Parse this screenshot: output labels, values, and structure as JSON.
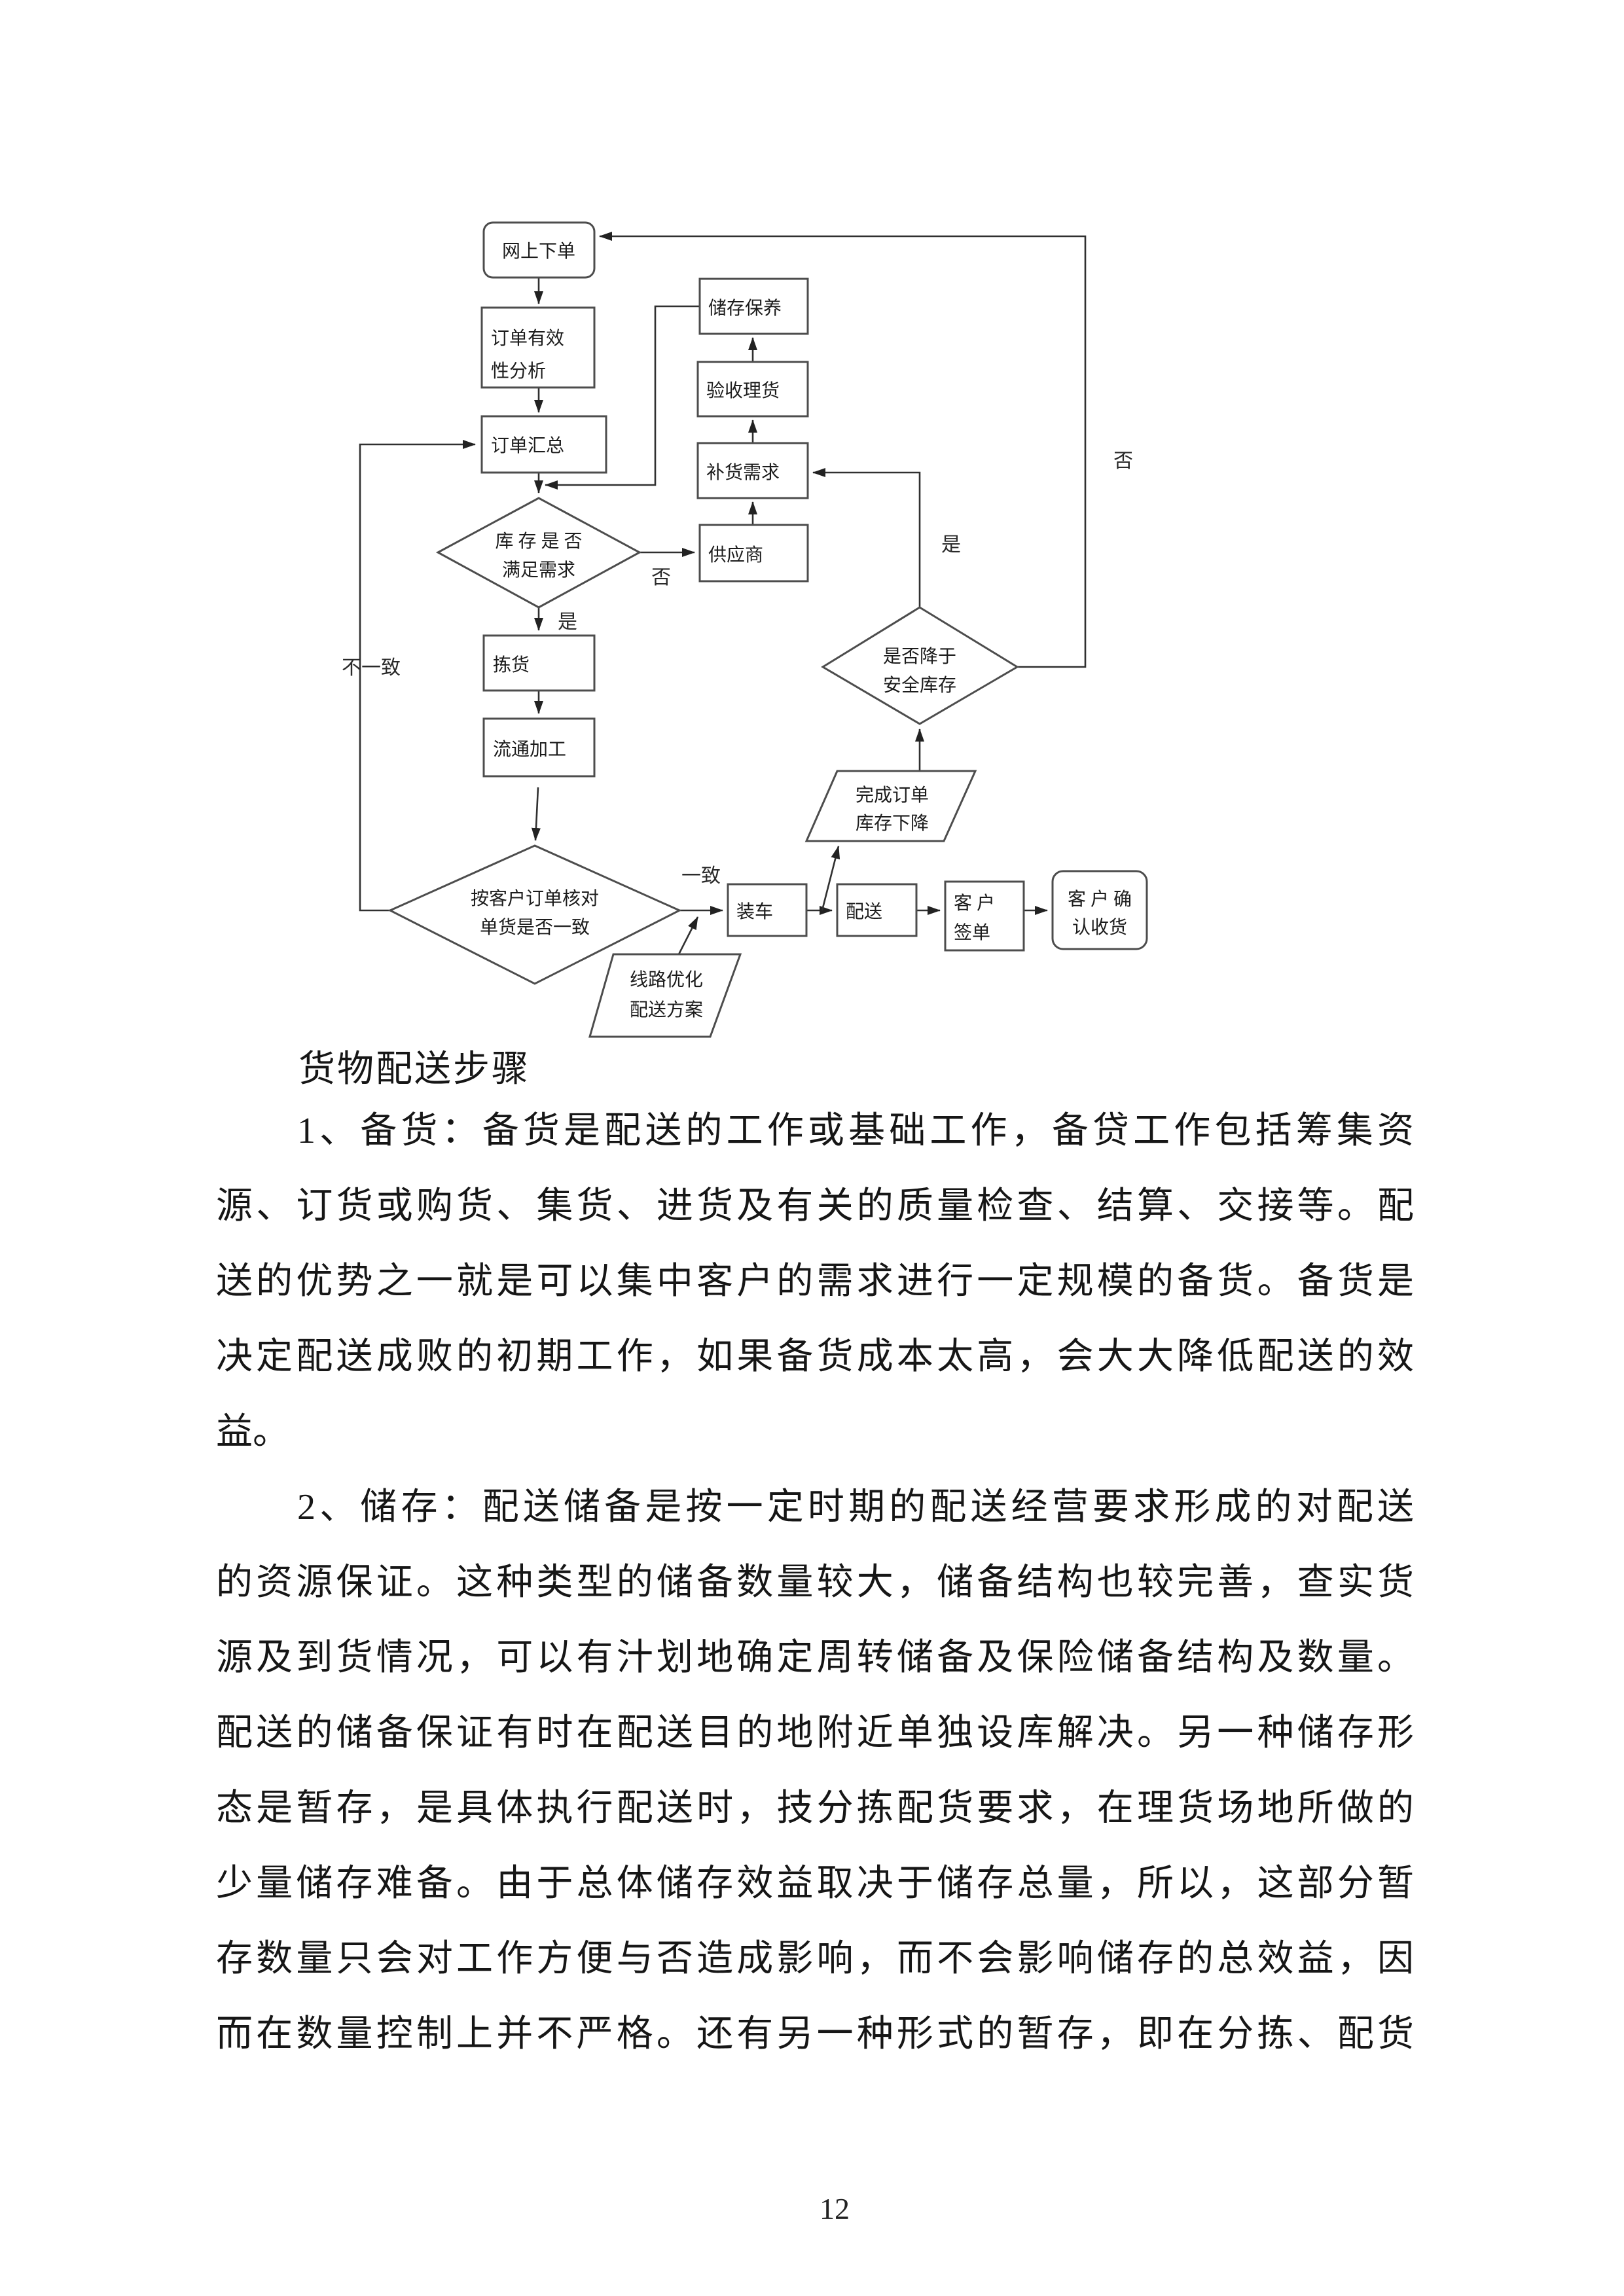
{
  "document": {
    "heading": "货物配送步骤",
    "page_number": "12"
  },
  "paragraphs": [
    {
      "lines": [
        "1、备货：备货是配送的工作或基础工作，备贷工作包括筹集资",
        "源、订货或购货、集货、进货及有关的质量检查、结算、交接等。配",
        "送的优势之一就是可以集中客户的需求进行一定规模的备货。备货是",
        "决定配送成败的初期工作，如果备货成本太高，会大大降低配送的效",
        "益。"
      ]
    },
    {
      "lines": [
        "2、储存：配送储备是按一定时期的配送经营要求形成的对配送",
        "的资源保证。这种类型的储备数量较大，储备结构也较完善，查实货",
        "源及到货情况，可以有汁划地确定周转储备及保险储备结构及数量。",
        "配送的储备保证有时在配送目的地附近单独设库解决。另一种储存形",
        "态是暂存，是具体执行配送时，技分拣配货要求，在理货场地所做的",
        "少量储存难备。由于总体储存效益取决于储存总量，所以，这部分暂",
        "存数量只会对工作方便与否造成影响，而不会影响储存的总效益，因",
        "而在数量控制上并不严格。还有另一种形式的暂存，即在分拣、配货"
      ]
    }
  ],
  "flowchart": {
    "nodes": {
      "online_order": {
        "label": "网上下单"
      },
      "order_validity": {
        "line1": "订单有效",
        "line2": "性分析"
      },
      "order_summary": {
        "label": "订单汇总"
      },
      "storage_maintenance": {
        "label": "储存保养"
      },
      "receiving_tally": {
        "label": "验收理货"
      },
      "replenish_demand": {
        "label": "补货需求"
      },
      "supplier": {
        "label": "供应商"
      },
      "stock_check": {
        "line1": "库 存 是 否",
        "line2": "满足需求"
      },
      "picking": {
        "label": "拣货"
      },
      "processing": {
        "label": "流通加工"
      },
      "order_check": {
        "line1": "按客户订单核对",
        "line2": "单货是否一致"
      },
      "safety_check": {
        "line1": "是否降于",
        "line2": "安全库存"
      },
      "complete_order": {
        "line1": "完成订单",
        "line2": "库存下降"
      },
      "loading": {
        "label": "装车"
      },
      "delivery": {
        "label": "配送"
      },
      "customer_sign": {
        "line1": "客  户",
        "line2": "签单"
      },
      "customer_confirm": {
        "line1": "客 户 确",
        "line2": "认收货"
      },
      "route_plan": {
        "line1": "线路优化",
        "line2": "配送方案"
      }
    },
    "edge_labels": {
      "stock_no": "否",
      "stock_yes": "是",
      "check_consistent": "一致",
      "check_inconsistent": "不一致",
      "safety_yes": "是",
      "safety_no": "否"
    }
  }
}
